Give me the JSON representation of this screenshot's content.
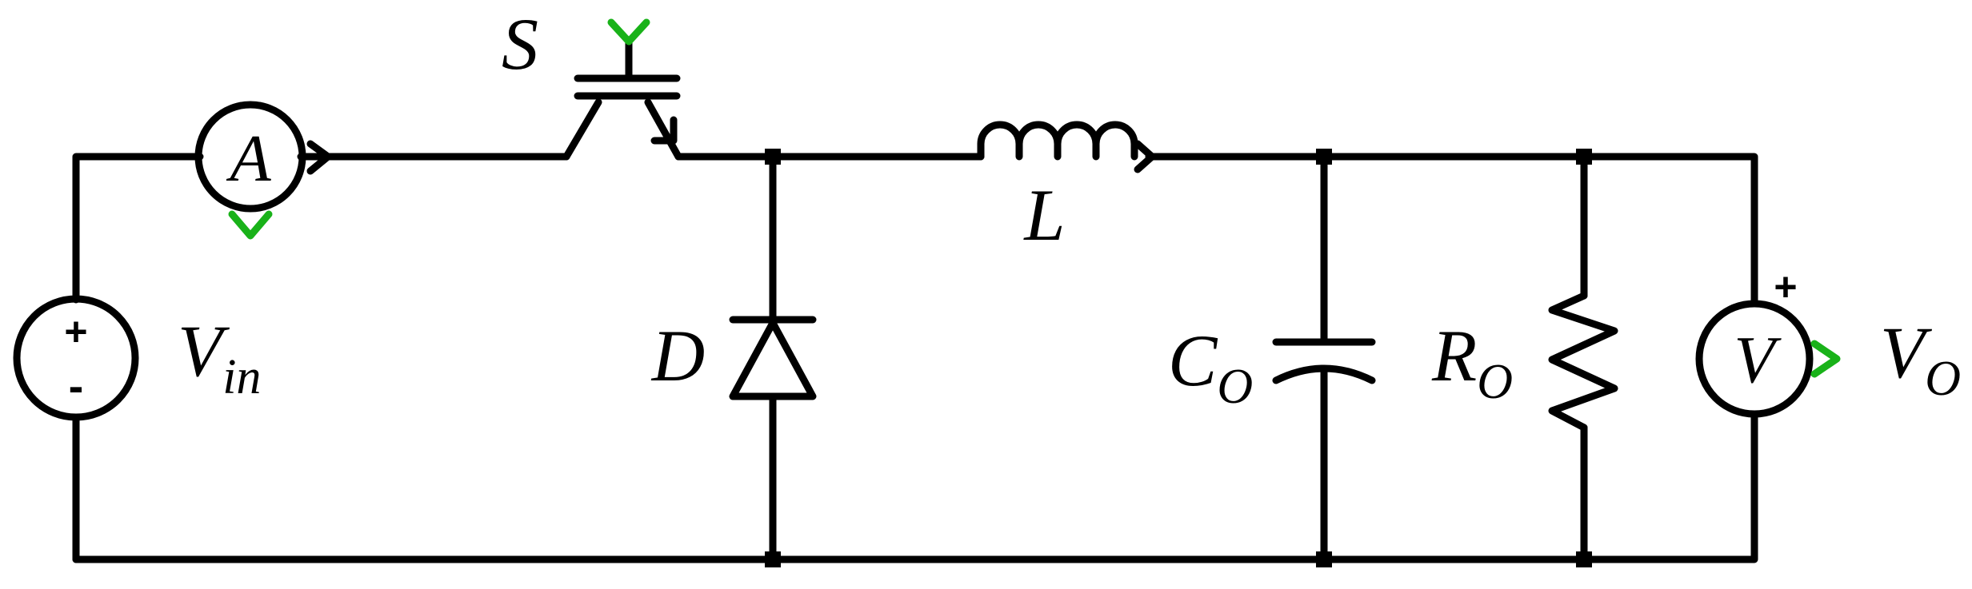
{
  "accent_color": "#19b219",
  "diagram": {
    "switch_label": "S",
    "diode_label": "D",
    "inductor_label": "L",
    "capacitor": {
      "main": "C",
      "sub": "O"
    },
    "resistor": {
      "main": "R",
      "sub": "O"
    },
    "input_source": {
      "main": "V",
      "sub": "in",
      "plus": "+",
      "minus": "-"
    },
    "ammeter_symbol": "A",
    "voltmeter_symbol": "V",
    "voltmeter_plus": "+",
    "output_voltage": {
      "main": "V",
      "sub": "O"
    }
  }
}
